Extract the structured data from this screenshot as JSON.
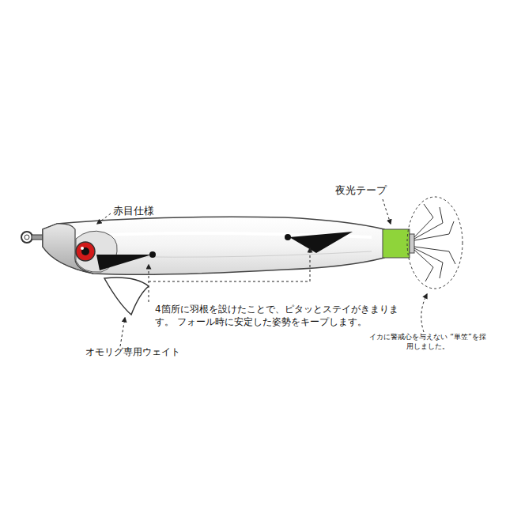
{
  "diagram": {
    "labels": [
      "赤目仕様",
      "夜光テープ",
      "4箇所に羽根を設けたことで、ピタッとステイがきまります。 フォール時に安定した姿勢をキープします。",
      "オモリグ専用ウェイト",
      "イカに警戒心を与えない “単笠”を採用しました。"
    ]
  }
}
